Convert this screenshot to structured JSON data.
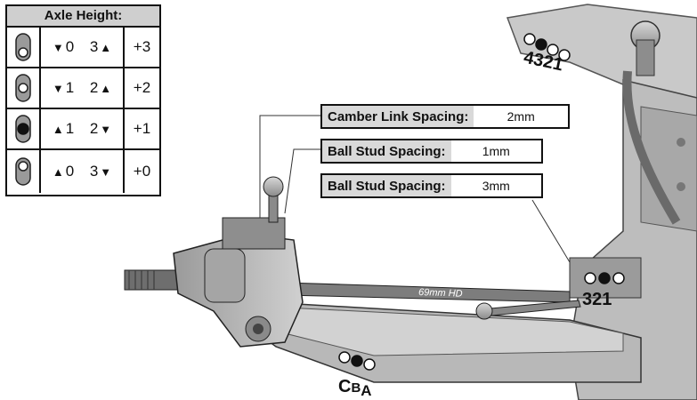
{
  "axle_table": {
    "title": "Axle Height:",
    "rows": [
      {
        "down": "0",
        "up": "3",
        "down_first": true,
        "value": "+3",
        "hole": "bottom-open"
      },
      {
        "down": "1",
        "up": "2",
        "down_first": true,
        "value": "+2",
        "hole": "middle-open"
      },
      {
        "down": "2",
        "up": "1",
        "down_first": false,
        "value": "+1",
        "hole": "middle-filled"
      },
      {
        "down": "3",
        "up": "0",
        "down_first": false,
        "value": "+0",
        "hole": "top-open"
      }
    ]
  },
  "callouts": {
    "camber": {
      "label": "Camber Link Spacing:",
      "value": "2mm"
    },
    "ball_stud_1": {
      "label": "Ball Stud Spacing:",
      "value": "1mm"
    },
    "ball_stud_2": {
      "label": "Ball Stud Spacing:",
      "value": "3mm"
    }
  },
  "positions": {
    "tower_holes": "4321",
    "bulkhead_holes": "321",
    "arm_holes_c": "C",
    "arm_holes_b": "B",
    "arm_holes_a": "A"
  },
  "part_labels": {
    "link": "69mm HD"
  }
}
